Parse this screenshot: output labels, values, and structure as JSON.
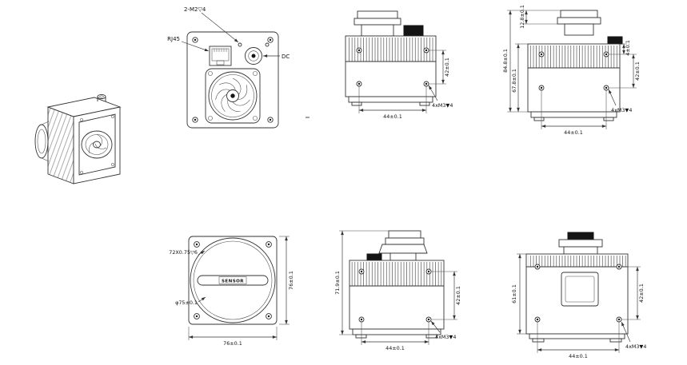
{
  "drawing": {
    "views": {
      "rear": {
        "tap_label": "2-M2▽4",
        "rj45_label": "RJ45",
        "dc_label": "DC"
      },
      "side_top_a": {
        "dim_v": "42±0.1",
        "dim_h": "44±0.1",
        "screws": "4xM3▼4"
      },
      "side_top_b": {
        "dim_total": "84.8±0.1",
        "dim_body": "67.8±0.1",
        "dim_lens": "12.8±0.1",
        "dim_offset": "4±0.1",
        "dim_v": "42±0.1",
        "dim_h": "44±0.1",
        "screws": "4xM3▼4"
      },
      "front": {
        "thread_label": "72X0.75▽6",
        "sensor_label": "SENSOR",
        "dia_label": "φ75±0.1",
        "dim_v": "76±0.1",
        "dim_h": "76±0.1"
      },
      "side_bottom_a": {
        "dim_total": "71.9±0.1",
        "dim_v": "42±0.1",
        "dim_h": "44±0.1",
        "screws": "4xM3▼4"
      },
      "side_bottom_b": {
        "dim_total": "61±0.1",
        "dim_v": "42±0.1",
        "dim_h": "44±0.1",
        "screws": "4xM3▼4"
      }
    }
  }
}
